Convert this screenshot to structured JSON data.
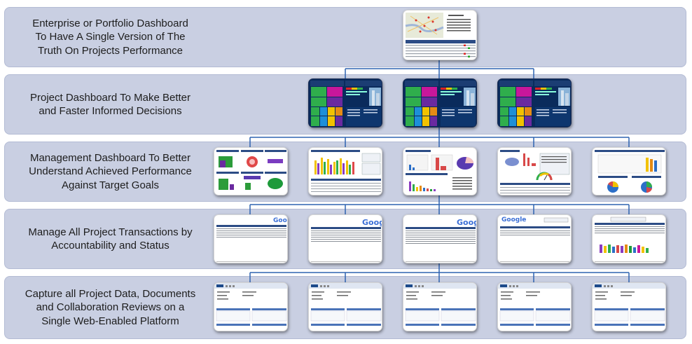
{
  "diagram": {
    "levels": [
      {
        "text": "Enterprise or Portfolio Dashboard\nTo Have A Single Version of The\nTruth On Projects Performance"
      },
      {
        "text": "Project Dashboard To Make Better\nand Faster Informed Decisions"
      },
      {
        "text": "Management Dashboard To Better\nUnderstand Achieved Performance\nAgainst Target Goals"
      },
      {
        "text": "Manage All Project Transactions by\nAccountability and Status"
      },
      {
        "text": "Capture all Project Data, Documents\nand Collaboration Reviews on a\nSingle Web-Enabled Platform"
      }
    ],
    "logo_text": "Google",
    "colors": {
      "band": "#c9cfe2",
      "connector": "#2e63b0",
      "dashboard_bg": "#0a2b5c",
      "tile_green": "#2fae4c",
      "tile_magenta": "#c8179b",
      "tile_purple": "#6a2aa0",
      "tile_orange": "#e58b15",
      "tile_yellow": "#f2c200"
    }
  }
}
